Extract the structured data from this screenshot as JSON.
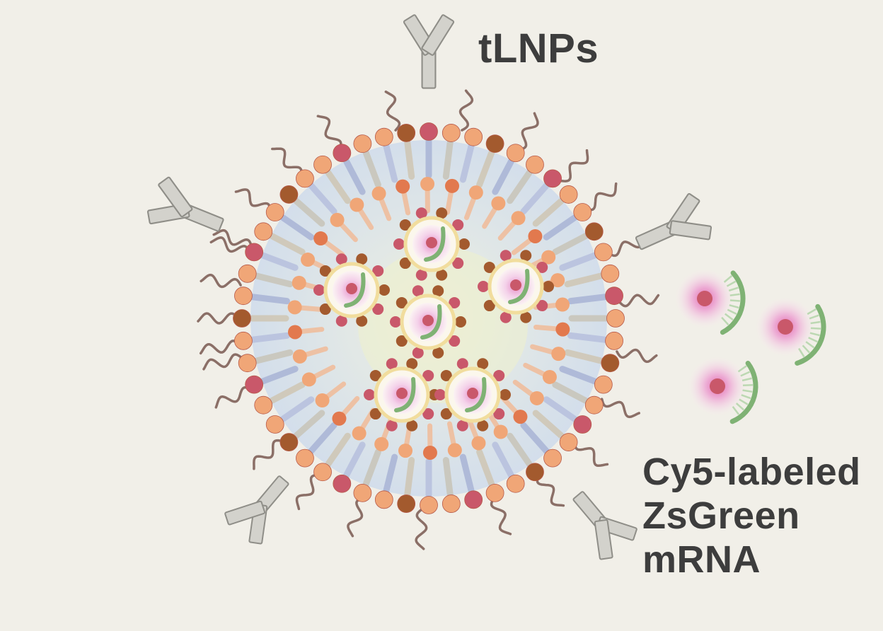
{
  "labels": {
    "particle": "tLNPs",
    "cargo_lines": [
      "Cy5-labeled",
      "ZsGreen",
      "mRNA"
    ]
  },
  "colors": {
    "background": "#f1efe8",
    "core": "#d5dfeb",
    "head_red": "#c9586a",
    "head_orange": "#f0a677",
    "head_brown": "#a35a2e",
    "peg_tail": "#8b6f67",
    "antibody": "#d3d2cc",
    "mrna_green": "#7fb274",
    "cy5_pink": "#e86fc0",
    "label_text": "#3d3d3d"
  },
  "icons": [
    "antibody-icon",
    "peg-chain-icon",
    "mrna-complex-icon",
    "cy5-mrna-icon"
  ]
}
